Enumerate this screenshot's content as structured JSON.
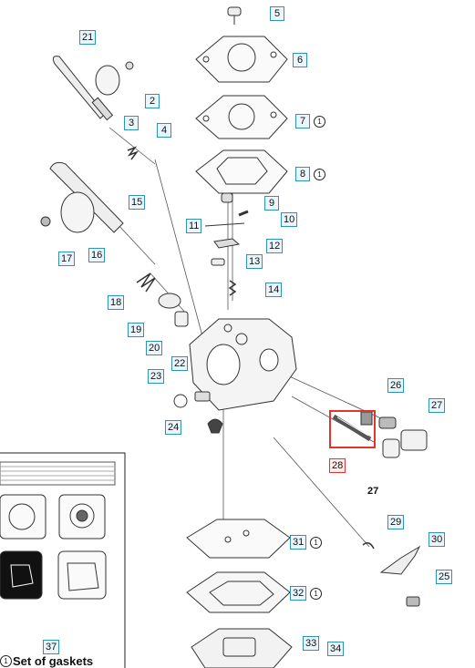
{
  "diagram": {
    "callouts": [
      "21",
      "2",
      "3",
      "4",
      "5",
      "6",
      "7",
      "8",
      "9",
      "10",
      "11",
      "12",
      "13",
      "14",
      "15",
      "16",
      "17",
      "18",
      "19",
      "20",
      "22",
      "23",
      "24",
      "26",
      "27",
      "28",
      "29",
      "30",
      "25",
      "31",
      "32",
      "33",
      "34",
      "37"
    ],
    "plain_labels": [
      "27"
    ],
    "note_symbol": "1",
    "highlighted_part": "28",
    "gasket_set_caption": "Set of gaskets"
  }
}
